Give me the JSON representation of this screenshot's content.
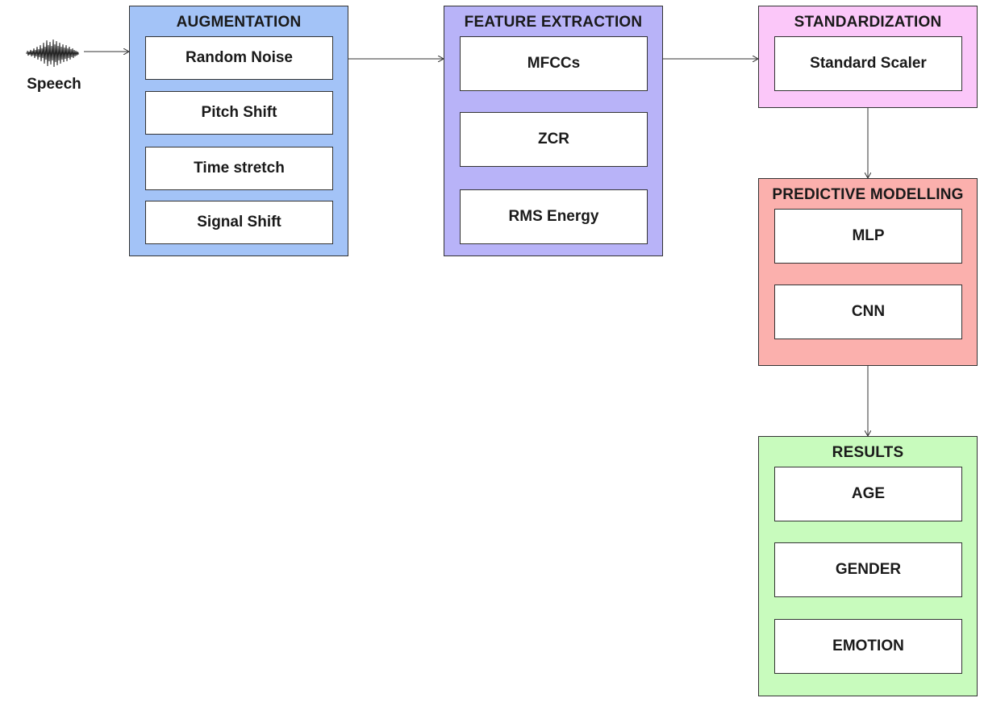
{
  "input": {
    "label": "Speech",
    "icon": "waveform-icon"
  },
  "stages": {
    "augmentation": {
      "title": "AUGMENTATION",
      "color": "#a3c3f7",
      "items": [
        "Random Noise",
        "Pitch Shift",
        "Time stretch",
        "Signal Shift"
      ]
    },
    "feature_extraction": {
      "title": "FEATURE EXTRACTION",
      "color": "#b8b3f8",
      "items": [
        "MFCCs",
        "ZCR",
        "RMS Energy"
      ]
    },
    "standardization": {
      "title": "STANDARDIZATION",
      "color": "#fbc7f9",
      "items": [
        "Standard Scaler"
      ]
    },
    "predictive_modelling": {
      "title": "PREDICTIVE MODELLING",
      "color": "#fbb0ad",
      "items": [
        "MLP",
        "CNN"
      ]
    },
    "results": {
      "title": "RESULTS",
      "color": "#c8fbbd",
      "items": [
        "AGE",
        "GENDER",
        "EMOTION"
      ]
    }
  }
}
